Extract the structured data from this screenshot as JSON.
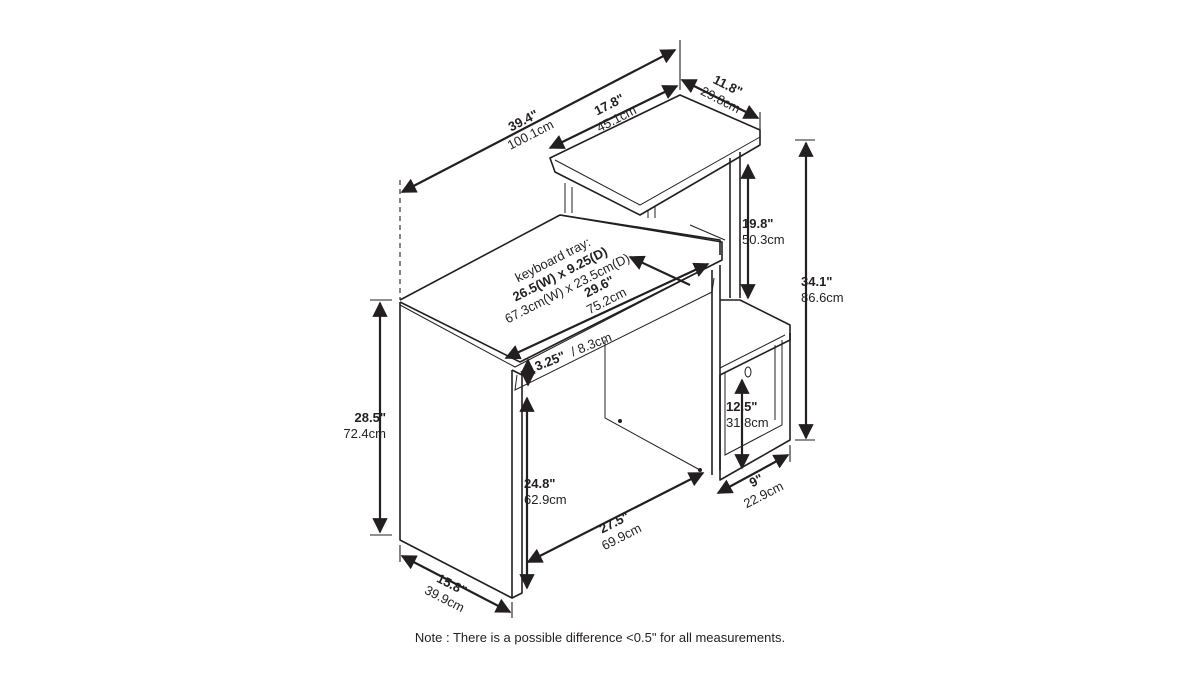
{
  "dimensions": {
    "overall_width": {
      "imperial": "39.4\"",
      "metric": "100.1cm"
    },
    "shelf_width": {
      "imperial": "17.8\"",
      "metric": "45.1cm"
    },
    "shelf_depth": {
      "imperial": "11.8\"",
      "metric": "29.8cm"
    },
    "keyboard_tray": {
      "title": "keyboard tray:",
      "imperial": "26.5(W) x 9.25(D)",
      "metric": "67.3cm(W) x 23.5cm(D)"
    },
    "tray_width": {
      "imperial": "29.6\"",
      "metric": "75.2cm"
    },
    "tray_height": {
      "imperial": "3.25\"",
      "metric": "/ 8.3cm"
    },
    "upper_height": {
      "imperial": "19.8\"",
      "metric": "50.3cm"
    },
    "total_height": {
      "imperial": "34.1\"",
      "metric": "86.6cm"
    },
    "desk_height": {
      "imperial": "28.5\"",
      "metric": "72.4cm"
    },
    "knee_height": {
      "imperial": "24.8\"",
      "metric": "62.9cm"
    },
    "knee_width": {
      "imperial": "27.5\"",
      "metric": "69.9cm"
    },
    "desk_depth": {
      "imperial": "15.8\"",
      "metric": "39.9cm"
    },
    "cabinet_height": {
      "imperial": "12.5\"",
      "metric": "31.8cm"
    },
    "cabinet_width": {
      "imperial": "9\"",
      "metric": "22.9cm"
    }
  },
  "note": "Note : There is a possible difference <0.5\" for all measurements."
}
